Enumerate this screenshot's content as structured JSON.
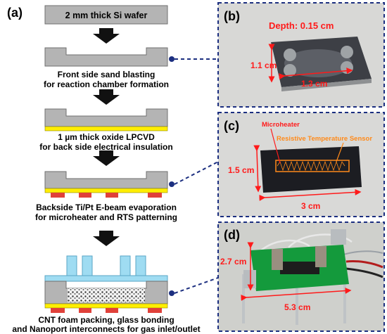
{
  "panel_labels": {
    "a": "(a)",
    "b": "(b)",
    "c": "(c)",
    "d": "(d)"
  },
  "steps": {
    "wafer": "2 mm thick Si wafer",
    "step1": [
      "Front side sand blasting",
      "for reaction chamber formation"
    ],
    "step2": [
      "1 µm thick oxide LPCVD",
      "for back side electrical insulation"
    ],
    "step3": [
      "Backside Ti/Pt E-beam evaporation",
      "for microheater and RTS patterning"
    ],
    "step4": [
      "CNT foam packing, glass bonding",
      "and Nanoport interconnects for gas inlet/outlet"
    ]
  },
  "photo_b": {
    "depth": "Depth: 0.15 cm",
    "height": "1.1 cm",
    "width": "1.3 cm"
  },
  "photo_c": {
    "heater": "Microheater",
    "sensor": "Resistive Temperature Sensor",
    "height": "1.5 cm",
    "width": "3 cm"
  },
  "photo_d": {
    "height": "2.7 cm",
    "width": "5.3 cm"
  },
  "colors": {
    "si": "#b4b4b4",
    "oxide": "#ffee00",
    "metal": "#e0413a",
    "glass": "#9fdcf2",
    "dash": "#1c2f80",
    "annot": "#ff1a1a",
    "sensor": "#ff8a1a",
    "pcb": "#149a3c"
  }
}
